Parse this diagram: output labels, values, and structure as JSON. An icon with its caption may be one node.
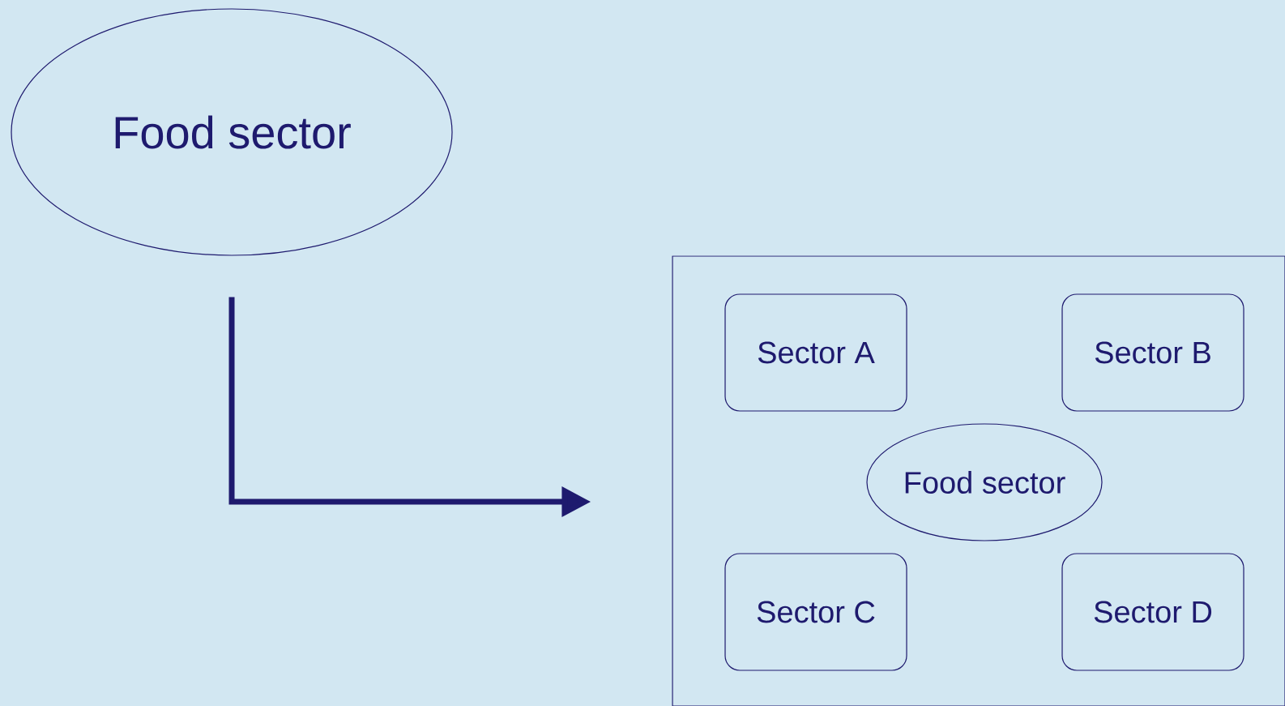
{
  "diagram": {
    "nodes": [
      {
        "text": [
          "Food sector"
        ]
      },
      {
        "text": [],
        "shape": "box"
      },
      {
        "text": [
          "Sector A"
        ],
        "in": 1
      },
      {
        "text": [
          "Sector B"
        ],
        "in": 1
      },
      {
        "text": [
          "Food sector"
        ],
        "in": 1
      },
      {
        "text": [
          "Sector C"
        ],
        "in": 1
      },
      {
        "text": [
          "Sector D"
        ],
        "in": 1
      }
    ],
    "edges": [
      {
        "from": 0,
        "to": 1,
        "arrow": "to"
      }
    ]
  }
}
